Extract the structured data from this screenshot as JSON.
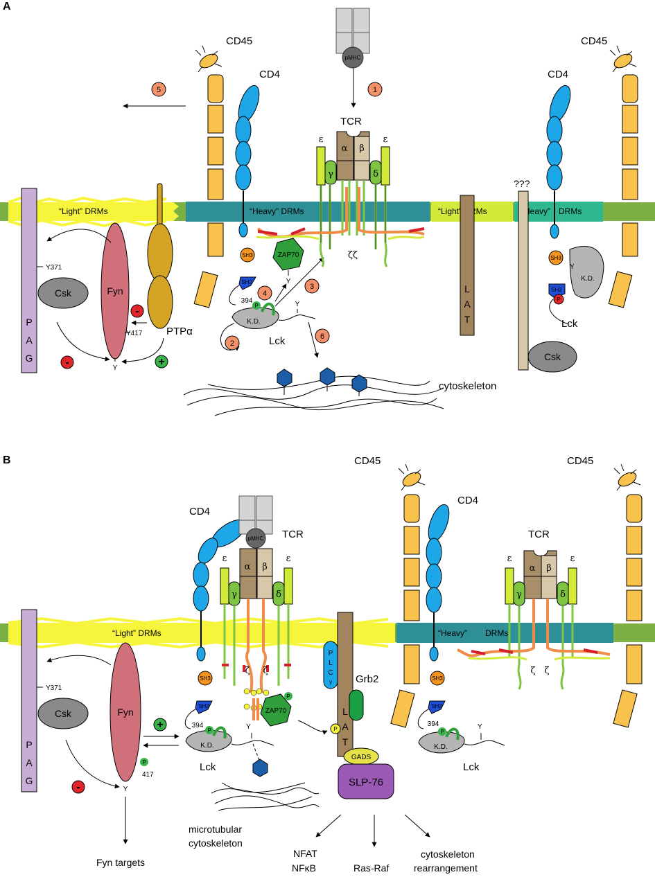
{
  "panels": [
    {
      "letter": "A",
      "labels": {
        "cd45_left": "CD45",
        "cd45_right": "CD45",
        "cd4_left": "CD4",
        "cd4_right": "CD4",
        "pmhc": "pMHC",
        "tcr": "TCR",
        "eps": "ε",
        "alpha": "α",
        "beta": "β",
        "gamma": "γ",
        "delta": "δ",
        "zeta": "ζζ",
        "light_drms_1": "“Light” DRMs",
        "heavy_drms_1": "“Heavy” DRMs",
        "light_drms_2": "“Light” DRMs",
        "heavy_drms_2": "“Heavy”",
        "drms_2": "DRMs",
        "pag": "PAG",
        "y371": "Y371",
        "csk": "Csk",
        "fyn": "Fyn",
        "y417": "Y417",
        "y": "Y",
        "ptpa": "PTPα",
        "sh3": "SH3",
        "sh2": "SH2",
        "zap70": "ZAP70",
        "p394": "394",
        "p": "P",
        "kd": "K.D.",
        "lck": "Lck",
        "lat": "LAT",
        "unknown": "???",
        "csk_right": "Csk",
        "cytoskeleton": "cytoskeleton",
        "minus": "-",
        "plus": "+"
      },
      "steps": [
        "1",
        "2",
        "3",
        "4",
        "5",
        "6"
      ]
    },
    {
      "letter": "B",
      "labels": {
        "cd45_left": "CD45",
        "cd45_right": "CD45",
        "cd4_left": "CD4",
        "cd4_right": "CD4",
        "pmhc": "pMHC",
        "tcr_left": "TCR",
        "tcr_right": "TCR",
        "eps": "ε",
        "alpha": "α",
        "beta": "β",
        "gamma": "γ",
        "delta": "δ",
        "zeta": "ζ",
        "light_drms": "“Light” DRMs",
        "heavy_drms": "“Heavy”",
        "drms": "DRMs",
        "pag": "PAG",
        "y371": "Y371",
        "csk": "Csk",
        "fyn": "Fyn",
        "p417": "417",
        "y": "Y",
        "sh3": "SH3",
        "sh2": "SH2",
        "zap70": "ZAP70",
        "p394": "394",
        "p": "P",
        "kd": "K.D.",
        "lck": "Lck",
        "plcg": "PLCγ",
        "grb2": "Grb2",
        "lat": "LAT",
        "gads": "GADS",
        "slp76": "SLP-76",
        "mt_cytoskeleton_1": "microtubular",
        "mt_cytoskeleton_2": "cytoskeleton",
        "fyn_targets": "Fyn targets",
        "nfat": "NFAT",
        "nfkb": "NFκB",
        "rasraf": "Ras-Raf",
        "cyto_rearr_1": "cytoskeleton",
        "cyto_rearr_2": "rearrangement",
        "minus": "-",
        "plus": "+"
      }
    }
  ],
  "colors": {
    "light_drm": "#f7f43c",
    "heavy_drm": "#2e8f96",
    "membrane_edge": "#7db044",
    "cd45": "#f9c24d",
    "cd4": "#1ea7e8",
    "fyn": "#d0707a",
    "ptpa": "#d4a424",
    "pag": "#c8aed6",
    "csk": "#8a8a8a",
    "lck": "#b5b5b5",
    "sh3": "#f7941d",
    "sh2": "#1f4fd6",
    "zap70": "#2f9e3b",
    "lat": "#a2845e",
    "step_circle": "#f2916a",
    "minus": "#e0262a",
    "plus": "#38b34a",
    "slp76": "#9b59b6",
    "gads": "#e8e24a"
  }
}
